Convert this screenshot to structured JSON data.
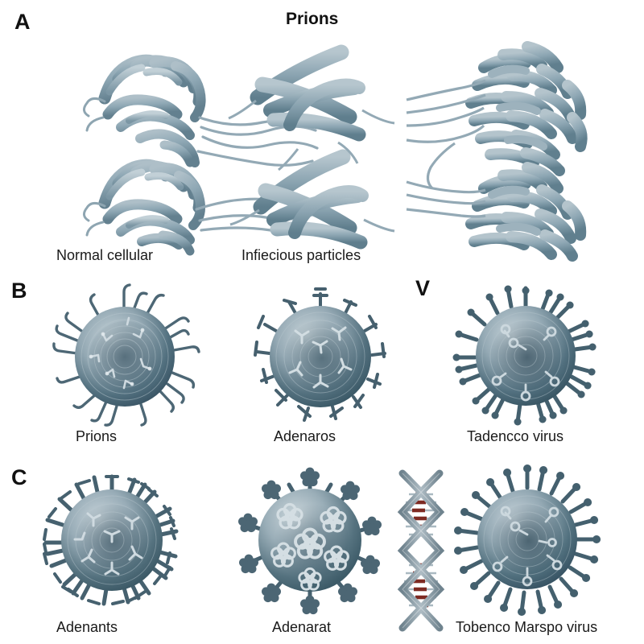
{
  "figure": {
    "title": "Prions",
    "background_color": "#ffffff",
    "protein_color": "#8fa8b5",
    "protein_shadow_color": "#5d7b8a",
    "capsid_light": "#b9c8cf",
    "capsid_dark": "#3f5664",
    "spike_color": "#4a6472",
    "dna_backbone_color": "#8d9ea8",
    "dna_base_color": "#7e2a22",
    "text_color": "#111111"
  },
  "panels": [
    {
      "letter": "A",
      "title": "Prions",
      "items": [
        {
          "caption": "Normal cellular",
          "icon": "prion-normal-cellular-structure"
        },
        {
          "caption": "Infiecious particles",
          "icon": "prion-infectious-fibril-structure"
        },
        {
          "caption": "",
          "icon": "prion-aggregate-structure"
        }
      ]
    },
    {
      "letter": "B",
      "items": [
        {
          "caption": "Prions",
          "icon": "virion-thin-spike-icon"
        },
        {
          "caption": "Adenaros",
          "icon": "virion-fiber-knob-icon"
        },
        {
          "caption": "Tadencco virus",
          "icon": "virion-club-spike-icon"
        }
      ]
    },
    {
      "letter": "V",
      "items": []
    },
    {
      "letter": "C",
      "items": [
        {
          "caption": "Adenants",
          "icon": "virion-mushroom-spike-icon"
        },
        {
          "caption": "Adenarat",
          "icon": "virion-rosette-spike-icon"
        },
        {
          "caption": "Tobenco Marspo virus",
          "icon": "virion-long-club-spike-icon"
        }
      ]
    }
  ],
  "extras": [
    {
      "name": "dna-double-helix",
      "caption": ""
    }
  ]
}
